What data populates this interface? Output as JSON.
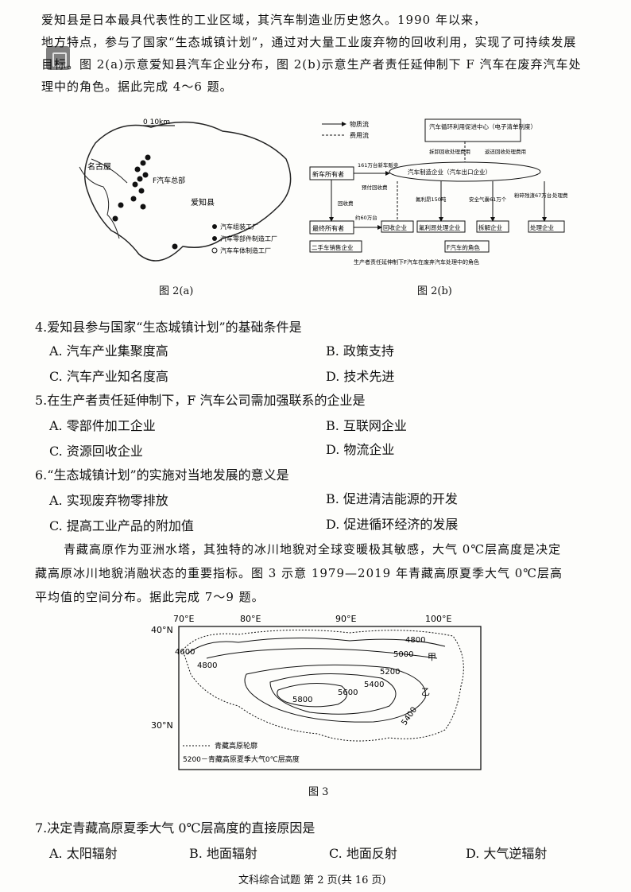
{
  "intro": {
    "line1": "爱知县是日本最具代表性的工业区域，其汽车制造业历史悠久。1990 年以来，",
    "line2": "地方特点，参与了国家“生态城镇计划”，通过对大量工业废弃物的回收利用，实现了可持续发展",
    "line3": "目标。图 2(a)示意爱知县汽车企业分布，图 2(b)示意生产者责任延伸制下 F 汽车在废弃汽车处",
    "line4": "理中的角色。据此完成 4～6 题。"
  },
  "fig2a": {
    "caption": "图 2(a)",
    "scale": "0   10km",
    "city": "名古屋",
    "hq": "F汽车总部",
    "region": "爱知县",
    "legend": [
      "汽车组装工厂",
      "汽车零部件制造工厂",
      "汽车车体制造工厂"
    ]
  },
  "fig2b": {
    "caption": "图 2(b)",
    "legend_material": "物质流",
    "legend_fee": "费用流",
    "center_box": "汽车循环利用促进中心（电子清单制度）",
    "center_note1": "拆卸回收处理费用",
    "center_note2": "返还回收处理费用",
    "new_owner": "新车所有者",
    "sales": "161万台新车贩卖",
    "manufacturer": "汽车制造企业（汽车出口企业）",
    "prepay": "预付回收费",
    "recycle_fee": "回收费",
    "last_owner": "最终所有者",
    "units_60": "约60万台",
    "recycle_co": "回收企业",
    "freon": "氟利昂150吨",
    "freon_co": "氟利昂处理企业",
    "airbag": "安全气囊61万个",
    "dismantle_co": "拆解企业",
    "shredder": "粉碎残渣67万台",
    "disposal_co": "处理企业",
    "handling_fee": "处理费",
    "used_car": "二手车销售企业",
    "f_role": "F汽车的角色",
    "bottom_title": "生产者责任延伸制下F汽车在废弃汽车处理中的角色"
  },
  "q4": {
    "stem": "4.爱知县参与国家“生态城镇计划”的基础条件是",
    "A": "A. 汽车产业集聚度高",
    "B": "B. 政策支持",
    "C": "C. 汽车产业知名度高",
    "D": "D. 技术先进"
  },
  "q5": {
    "stem": "5.在生产者责任延伸制下，F 汽车公司需加强联系的企业是",
    "A": "A. 零部件加工企业",
    "B": "B. 互联网企业",
    "C": "C. 资源回收企业",
    "D": "D. 物流企业"
  },
  "q6": {
    "stem": "6.“生态城镇计划”的实施对当地发展的意义是",
    "A": "A. 实现废弃物零排放",
    "B": "B. 促进清洁能源的开发",
    "C": "C. 提高工业产品的附加值",
    "D": "D. 促进循环经济的发展"
  },
  "intro2": {
    "line1": "青藏高原作为亚洲水塔，其独特的冰川地貌对全球变暖极其敏感，大气 0℃层高度是决定",
    "line2": "藏高原冰川地貌消融状态的重要指标。图 3 示意 1979—2019 年青藏高原夏季大气 0℃层高",
    "line3": "平均值的空间分布。据此完成 7～9 题。"
  },
  "fig3": {
    "caption": "图 3",
    "lon": [
      "70°E",
      "80°E",
      "90°E",
      "100°E"
    ],
    "lat": [
      "40°N",
      "30°N"
    ],
    "contours": [
      "4600",
      "4800",
      "4800",
      "5000",
      "5200",
      "5400",
      "5600",
      "5800",
      "5400"
    ],
    "jia": "甲",
    "yi": "乙",
    "legend_outline": "青藏高原轮廓",
    "legend_contour": "5200－青藏高原夏季大气0℃层高度"
  },
  "q7": {
    "stem": "7.决定青藏高原夏季大气 0℃层高度的直接原因是",
    "A": "A. 太阳辐射",
    "B": "B. 地面辐射",
    "C": "C. 地面反射",
    "D": "D. 大气逆辐射"
  },
  "footer": "文科综合试题  第 2 页(共 16 页)"
}
